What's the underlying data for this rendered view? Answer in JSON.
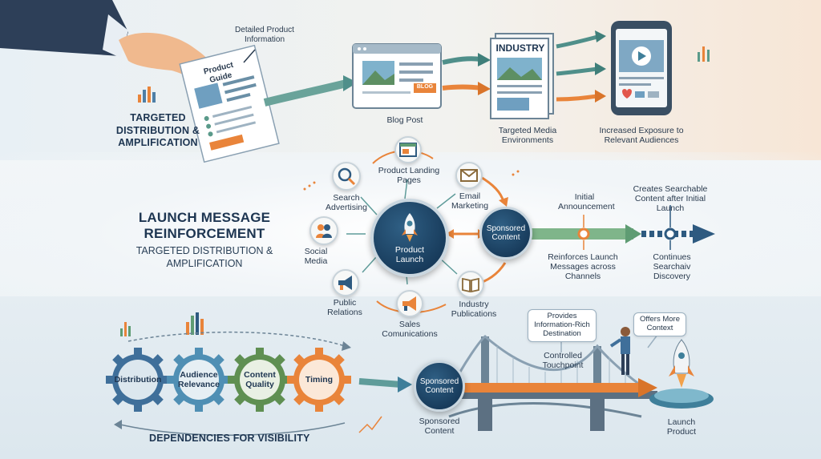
{
  "top": {
    "guide_title": "Product Guide",
    "callout_detailed": "Detailed Product Information",
    "left_title": "TARGETED DISTRIBUTION & AMPLIFICATION",
    "blog_badge": "BLOG",
    "blog_label": "Blog Post",
    "industry_header": "INDUSTRY",
    "media_label": "Targeted Media Environments",
    "exposure_label": "Increased Exposure to Relevant Audiences"
  },
  "middle": {
    "title": "LAUNCH MESSAGE REINFORCEMENT",
    "subtitle": "TARGETED DISTRIBUTION & AMPLIFICATION",
    "hub_label": "Product Launch",
    "sponsored_label": "Sponsored Content",
    "channels": {
      "search": "Search Advertising",
      "landing": "Product Landing Pages",
      "email": "Email Marketing",
      "social": "Social Media",
      "pr": "Public Relations",
      "sales": "Sales Comunications",
      "industry": "Industry Publications"
    },
    "initial_announcement": "Initial Announcement",
    "reinforces": "Reinforces Launch Messages across Channels",
    "creates_searchable": "Creates Searchable Content after Initial Launch",
    "continues": "Continues Searchaiv Discovery"
  },
  "bottom": {
    "gears": [
      "Distribution",
      "Audience Relevance",
      "Content Quality",
      "Timing"
    ],
    "title": "DEPENDENCIES FOR VISIBILITY",
    "sponsored_bubble": "Sponsored Content",
    "sponsored_label": "Sponsored Content",
    "provides": "Provides Information-Rich Destination",
    "controlled": "Controlled Touchpoint",
    "offers": "Offers More Context",
    "launch_product": "Launch Product"
  },
  "colors": {
    "navy": "#1d3551",
    "teal": "#3f8c8a",
    "orange": "#e9843a",
    "gear_blue": "#3f6f9a",
    "gear_green": "#5f8f52"
  }
}
